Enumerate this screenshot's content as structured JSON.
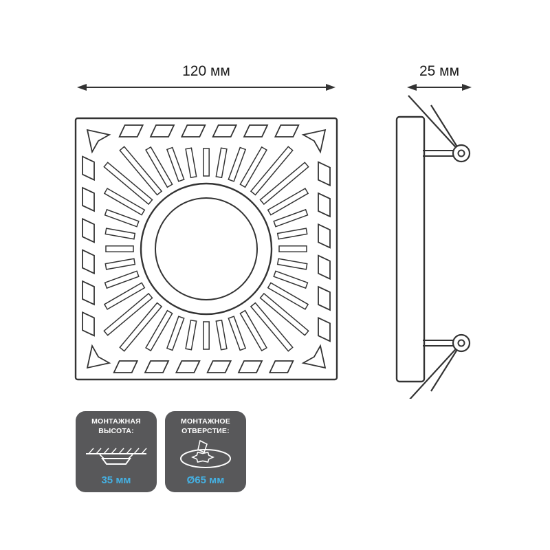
{
  "drawing": {
    "front_width_label": "120 мм",
    "side_depth_label": "25 мм"
  },
  "badges": [
    {
      "icon": "mounting-height-icon",
      "title_line1": "МОНТАЖНАЯ",
      "title_line2": "ВЫСОТА:",
      "value": "35 мм"
    },
    {
      "icon": "cutout-hole-icon",
      "title_line1": "МОНТАЖНОЕ",
      "title_line2": "ОТВЕРСТИЕ:",
      "value": "Ø65 мм"
    }
  ],
  "colors": {
    "line": "#333333",
    "badge_bg": "#58585a",
    "accent": "#45b0e2",
    "background": "#ffffff",
    "label_text": "#1c1c1c"
  }
}
